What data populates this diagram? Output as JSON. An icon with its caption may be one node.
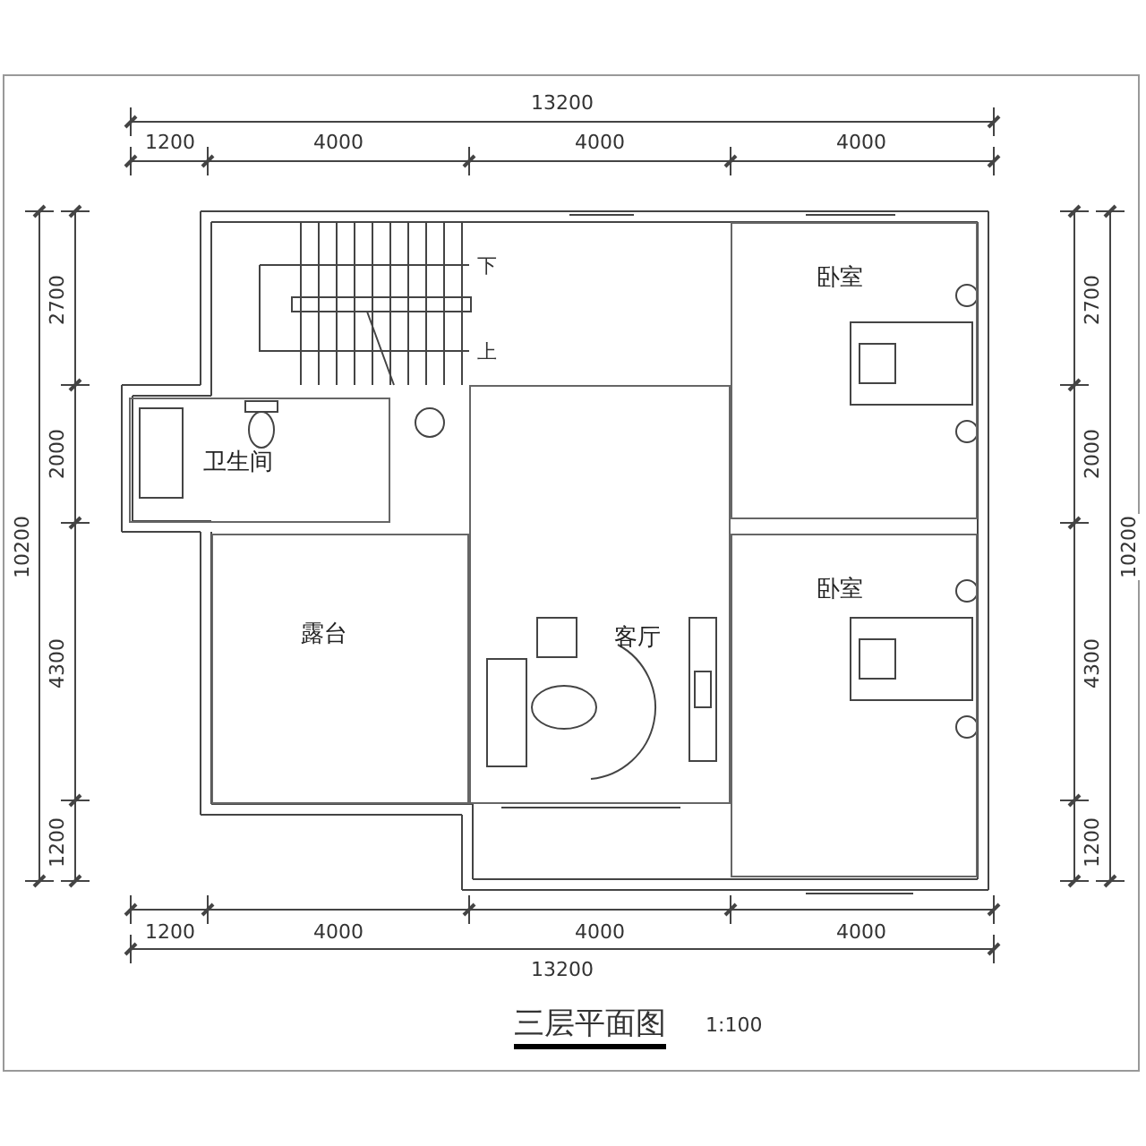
{
  "diagram": {
    "title": "三层平面图",
    "nodes": [
      {
        "text": [
          "卫生间"
        ]
      },
      {
        "text": [
          "卧室"
        ]
      },
      {
        "text": [
          "卧室"
        ]
      },
      {
        "text": [
          "露台"
        ]
      },
      {
        "text": [
          "客厅"
        ]
      }
    ],
    "labels": [
      "13200",
      "1200",
      "4000",
      "4000",
      "4000",
      "2700",
      "2000",
      "4300",
      "1200",
      "10200",
      "2700",
      "2000",
      "4300",
      "1200",
      "10200",
      "下",
      "上",
      "1200",
      "4000",
      "4000",
      "4000",
      "13200",
      "1:100"
    ]
  }
}
